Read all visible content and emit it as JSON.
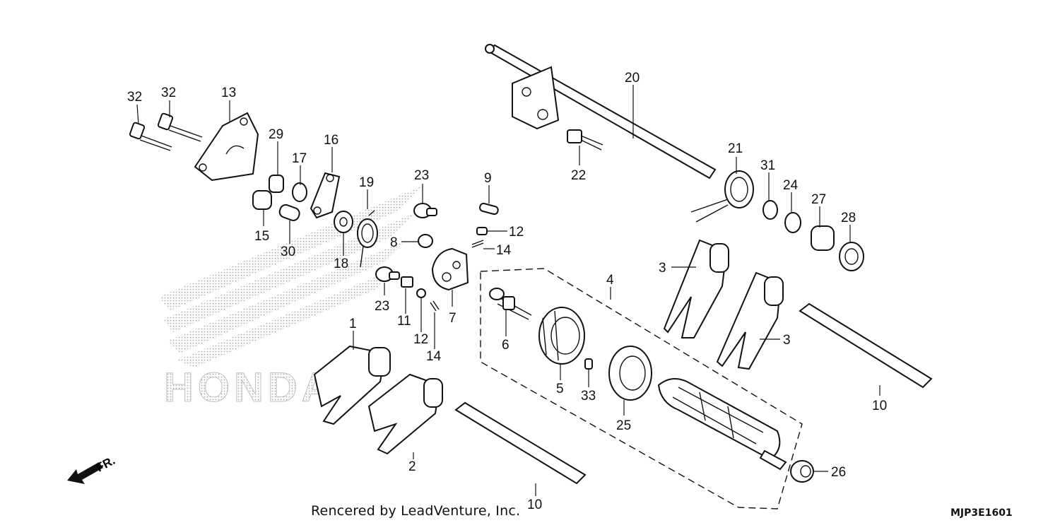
{
  "footer": {
    "credit": "Rencered by LeadVenture, Inc.",
    "diagram_code": "MJP3E1601"
  },
  "direction_marker": {
    "label": "FR."
  },
  "watermark": {
    "text": "HONDA",
    "icon": "honda-wing-logo"
  },
  "callouts": {
    "c32a": "32",
    "c32b": "32",
    "c13": "13",
    "c29": "29",
    "c17": "17",
    "c16": "16",
    "c15": "15",
    "c30": "30",
    "c19": "19",
    "c18": "18",
    "c23a": "23",
    "c8": "8",
    "c9": "9",
    "c12a": "12",
    "c14a": "14",
    "c23b": "23",
    "c11": "11",
    "c12b": "12",
    "c14b": "14",
    "c7": "7",
    "c20": "20",
    "c22": "22",
    "c21": "21",
    "c31": "31",
    "c24": "24",
    "c27": "27",
    "c28": "28",
    "c3a": "3",
    "c3b": "3",
    "c4": "4",
    "c6": "6",
    "c5": "5",
    "c33": "33",
    "c25": "25",
    "c1": "1",
    "c2": "2",
    "c10a": "10",
    "c10b": "10",
    "c26": "26"
  }
}
